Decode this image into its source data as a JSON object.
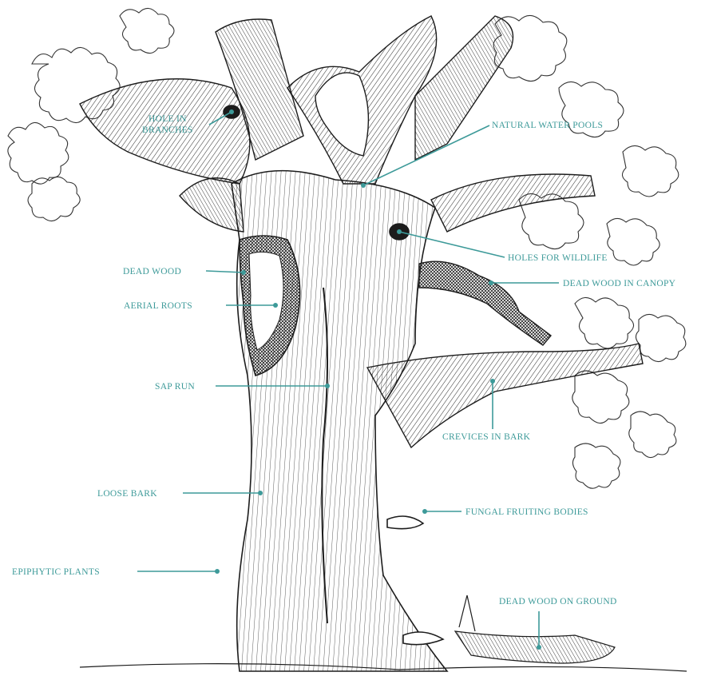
{
  "figure": {
    "subject": "tree",
    "colors": {
      "label": "#3d9a99",
      "ink": "#1c1c1c",
      "paper": "#ffffff"
    }
  },
  "labels": {
    "hole_in_branches": "HOLE IN\nBRANCHES",
    "natural_water_pools": "NATURAL WATER POOLS",
    "holes_for_wildlife": "HOLES FOR WILDLIFE",
    "dead_wood": "DEAD WOOD",
    "dead_wood_in_canopy": "DEAD WOOD IN CANOPY",
    "aerial_roots": "AERIAL ROOTS",
    "sap_run": "SAP RUN",
    "crevices_in_bark": "CREVICES IN BARK",
    "loose_bark": "LOOSE BARK",
    "fungal_fruiting_bodies": "FUNGAL FRUITING BODIES",
    "epiphytic_plants": "EPIPHYTIC PLANTS",
    "dead_wood_on_ground": "DEAD WOOD ON GROUND"
  }
}
